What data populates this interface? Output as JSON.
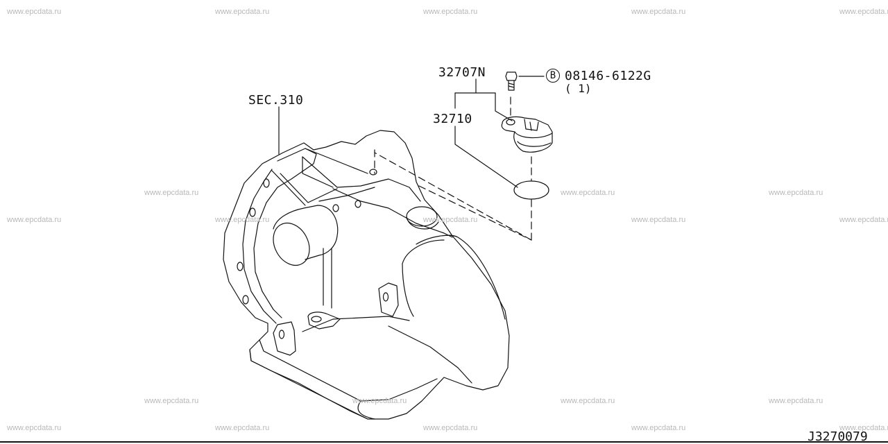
{
  "watermark": "www.epcdata.ru",
  "callouts": {
    "section_ref": "SEC.310",
    "sensor_part": "32707N",
    "o_ring_part": "32710",
    "bolt_symbol": "B",
    "bolt_part": "08146-6122G",
    "bolt_qty": "( 1)"
  },
  "diagram_id": "J3270079",
  "colors": {
    "line": "#111111",
    "watermark": "#b8b8b8",
    "background": "#ffffff"
  }
}
